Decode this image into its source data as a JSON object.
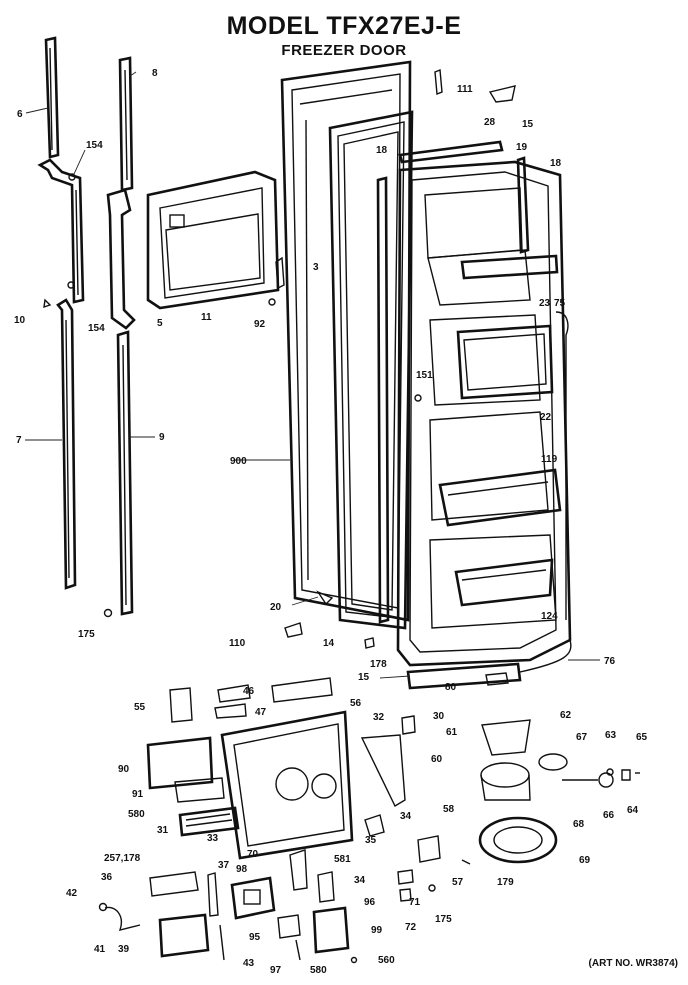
{
  "header": {
    "model_title": "MODEL TFX27EJ-E",
    "subtitle": "FREEZER DOOR"
  },
  "footer": {
    "art_number": "(ART NO. WR3874)"
  },
  "part_labels": [
    "6",
    "8",
    "154",
    "10",
    "154",
    "5",
    "7",
    "9",
    "175",
    "11",
    "3",
    "92",
    "900",
    "20",
    "110",
    "14",
    "111",
    "28",
    "15",
    "19",
    "18",
    "18",
    "23",
    "75",
    "151",
    "22",
    "119",
    "124",
    "178",
    "15",
    "80",
    "76",
    "55",
    "46",
    "47",
    "56",
    "32",
    "90",
    "91",
    "580",
    "31",
    "33",
    "30",
    "61",
    "60",
    "62",
    "67",
    "63",
    "65",
    "64",
    "66",
    "68",
    "34",
    "35",
    "581",
    "34",
    "58",
    "57",
    "179",
    "69",
    "257,178",
    "37",
    "36",
    "98",
    "70",
    "42",
    "41",
    "39",
    "43",
    "95",
    "97",
    "580",
    "96",
    "71",
    "72",
    "175",
    "99",
    "560"
  ]
}
